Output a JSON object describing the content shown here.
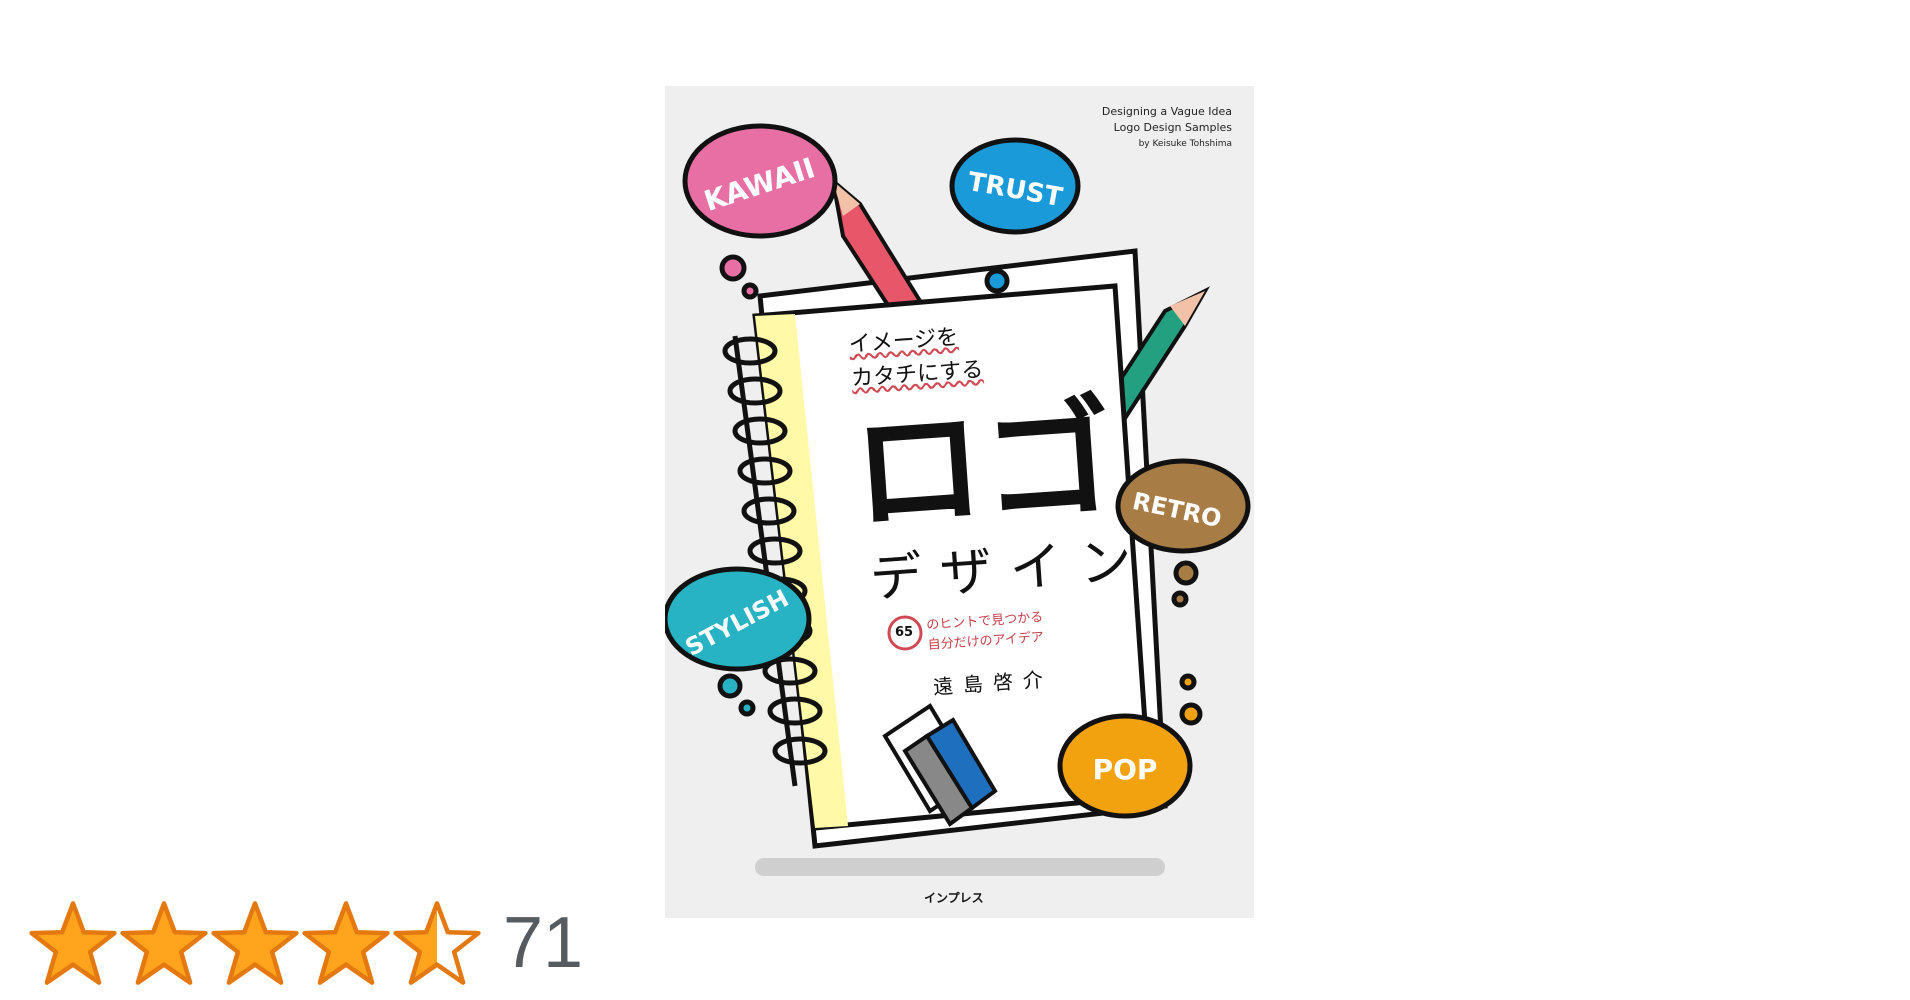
{
  "cover": {
    "subtitle_en": [
      "Designing a Vague Idea",
      "Logo Design Samples",
      "by Keisuke Tohshima"
    ],
    "tagline": [
      "イメージを",
      "カタチにする"
    ],
    "title_main": "ロゴ",
    "title_sub": "デザイン",
    "hint_number": "65",
    "hint_text": [
      "のヒントで見つかる",
      "自分だけのアイデア"
    ],
    "author": "遠島啓介",
    "publisher": "インプレス",
    "clouds": [
      {
        "label": "KAWAII",
        "color": "#e86fa4"
      },
      {
        "label": "TRUST",
        "color": "#1a9ad8"
      },
      {
        "label": "RETRO",
        "color": "#a87c45"
      },
      {
        "label": "STYLISH",
        "color": "#27b3c4"
      },
      {
        "label": "POP",
        "color": "#f3a20f"
      }
    ]
  },
  "rating": {
    "stars": 4.5,
    "max_stars": 5,
    "count": "71",
    "star_fill": "#ffa41c",
    "star_stroke": "#e47911"
  }
}
